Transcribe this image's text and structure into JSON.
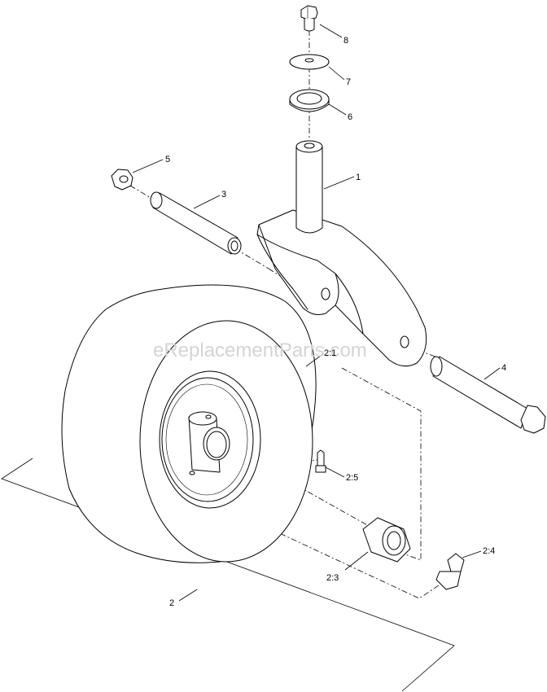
{
  "watermark": "eReplacementParts.com",
  "callouts": {
    "c1": "1",
    "c2": "2",
    "c2_1": "2:1",
    "c2_3": "2:3",
    "c2_4": "2:4",
    "c2_5": "2:5",
    "c3": "3",
    "c4": "4",
    "c5": "5",
    "c6": "6",
    "c7": "7",
    "c8": "8"
  }
}
